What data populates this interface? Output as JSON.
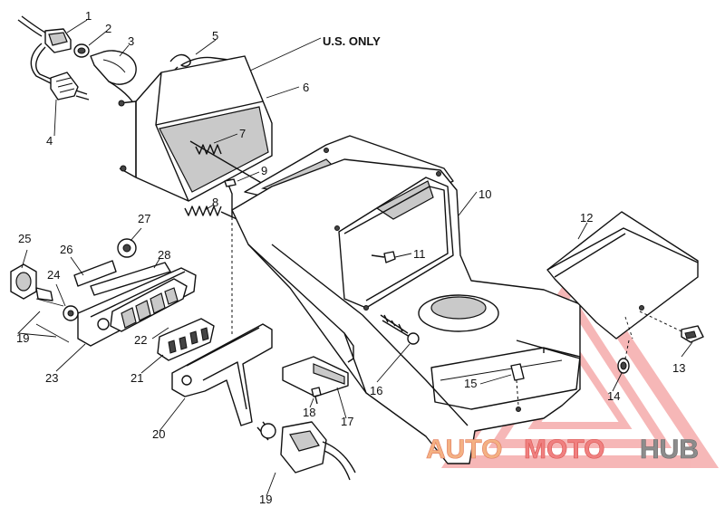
{
  "diagram": {
    "note": "U.S. ONLY",
    "callouts": [
      {
        "id": "1",
        "label": "1"
      },
      {
        "id": "2",
        "label": "2"
      },
      {
        "id": "3",
        "label": "3"
      },
      {
        "id": "4",
        "label": "4"
      },
      {
        "id": "5",
        "label": "5"
      },
      {
        "id": "6",
        "label": "6"
      },
      {
        "id": "7",
        "label": "7"
      },
      {
        "id": "8",
        "label": "8"
      },
      {
        "id": "9",
        "label": "9"
      },
      {
        "id": "10",
        "label": "10"
      },
      {
        "id": "11",
        "label": "11"
      },
      {
        "id": "12",
        "label": "12"
      },
      {
        "id": "13",
        "label": "13"
      },
      {
        "id": "14",
        "label": "14"
      },
      {
        "id": "15",
        "label": "15"
      },
      {
        "id": "16",
        "label": "16"
      },
      {
        "id": "17",
        "label": "17"
      },
      {
        "id": "18",
        "label": "18"
      },
      {
        "id": "19a",
        "label": "19"
      },
      {
        "id": "19b",
        "label": "19"
      },
      {
        "id": "20",
        "label": "20"
      },
      {
        "id": "21",
        "label": "21"
      },
      {
        "id": "22",
        "label": "22"
      },
      {
        "id": "23",
        "label": "23"
      },
      {
        "id": "24",
        "label": "24"
      },
      {
        "id": "25",
        "label": "25"
      },
      {
        "id": "26",
        "label": "26"
      },
      {
        "id": "27",
        "label": "27"
      },
      {
        "id": "28",
        "label": "28"
      }
    ]
  },
  "watermark": {
    "word_part1": "AUTO",
    "word_part2": "MOTO",
    "word_part3": "HUB",
    "color_light": "#f4b183",
    "color_dark": "#f08080",
    "color_gray": "#8c8c8c",
    "triangle_color": "#f3a0a0"
  }
}
